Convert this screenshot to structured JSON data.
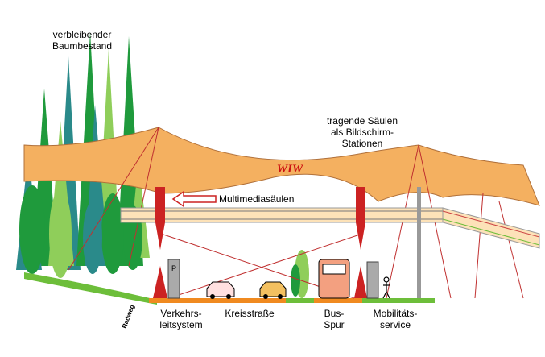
{
  "labels": {
    "trees": [
      "verbleibender",
      "Baumbestand"
    ],
    "columns": [
      "tragende Säulen",
      "als Bildschirm-",
      "Stationen"
    ],
    "brand": "WIW",
    "multimedia": "Multimediasäulen",
    "bike_path": "Radweg",
    "traffic": [
      "Verkehrs-",
      "leitsystem"
    ],
    "road": "Kreisstraße",
    "bus": [
      "Bus-",
      "Spur"
    ],
    "mobility": [
      "Mobilitäts-",
      "service"
    ]
  },
  "colors": {
    "roof": "#f4b060",
    "roof_edge": "#b0703a",
    "tree_dark": "#1f9a3c",
    "tree_light": "#8fce5a",
    "tree_teal": "#2a8a8a",
    "column": "#cc2222",
    "ground_orange": "#f08a20",
    "ground_green": "#6dbe3a",
    "bus": "#f3a080",
    "brand_text": "#cc1111"
  }
}
